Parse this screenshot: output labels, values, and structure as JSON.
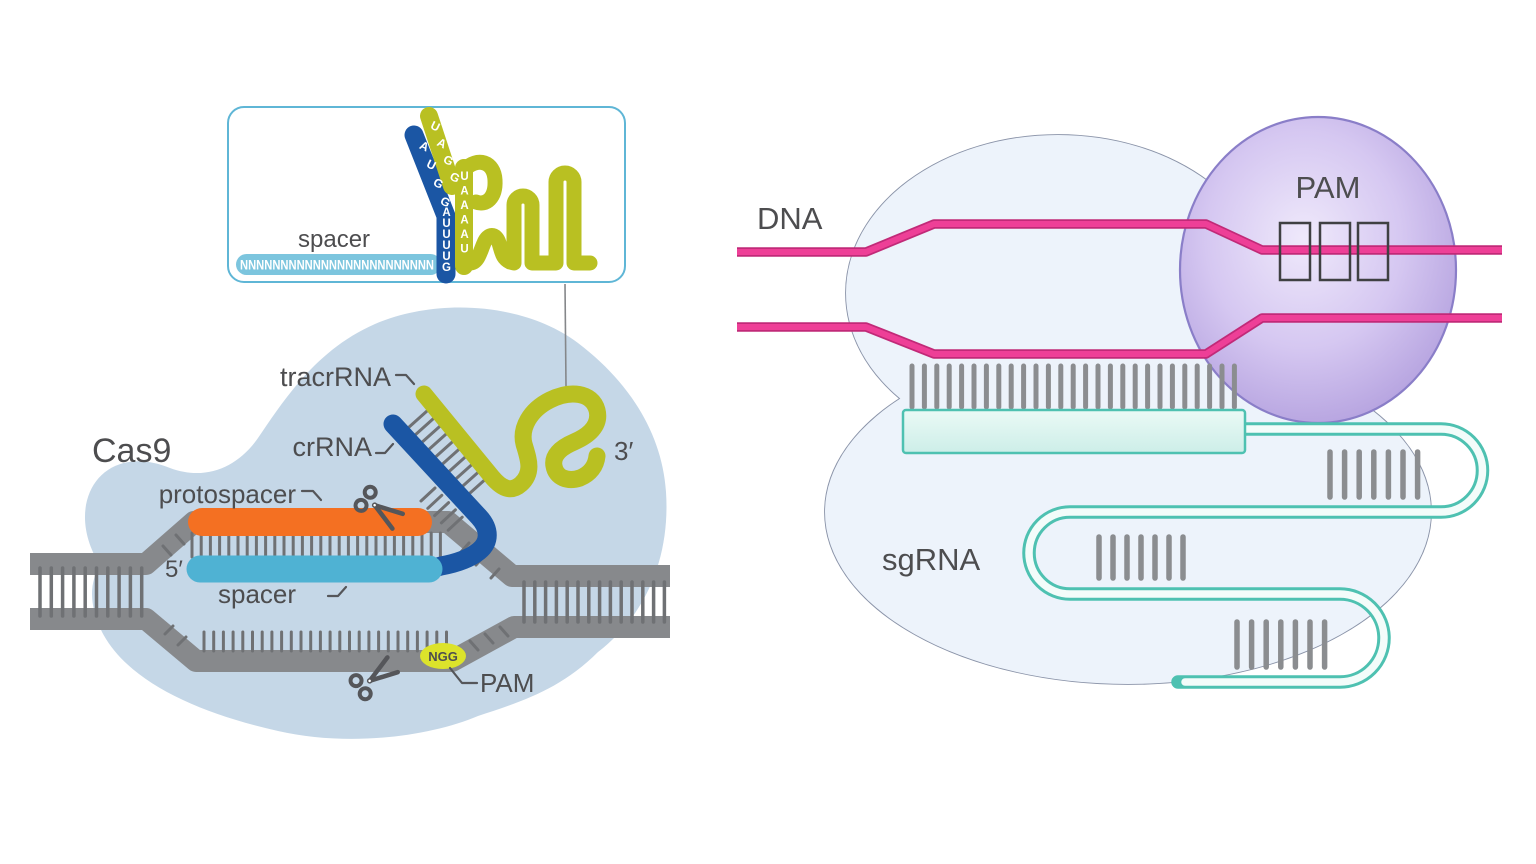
{
  "left_panel": {
    "inset": {
      "spacer_label": "spacer",
      "n_strand": "NNNNNNNNNNNNNNNNNNNNNNNN",
      "crrna_diagonal_seq": "AUGG",
      "crrna_vertical_seq": "AUUUUG",
      "tracrrna_diagonal_seq": "UAGG",
      "tracrrna_vertical_seq": "UAAAAU"
    },
    "labels": {
      "cas9": "Cas9",
      "tracrrna": "tracrRNA",
      "crrna": "crRNA",
      "protospacer": "protospacer",
      "five_prime": "5′",
      "spacer": "spacer",
      "three_prime": "3′",
      "ngg": "NGG",
      "pam": "PAM"
    }
  },
  "right_panel": {
    "labels": {
      "dna": "DNA",
      "pam": "PAM",
      "sgrna": "sgRNA"
    },
    "pam_box_count": 3
  },
  "colors": {
    "cas9_body_left": "#c5d7e7",
    "dna_gray": "#87898c",
    "tick_gray": "#6f7174",
    "protospacer_orange": "#f47022",
    "spacer_blue": "#4fb2d3",
    "crrna_navy": "#1b56a4",
    "tracrrna_olive": "#b9c022",
    "ngg_yellow": "#dce32b",
    "label_gray": "#4d4d4f",
    "inset_border": "#5fb6d6",
    "dna_pink": "#ee3f97",
    "sgrna_teal": "#4ec1b1",
    "sgrna_fill": "#d8f3ef",
    "pam_purple": "#cdbcec",
    "pam_purple_border": "#8a7ec8",
    "cas9_body_right": "#edf3fb",
    "cas9_border_right": "#8a93a8"
  }
}
